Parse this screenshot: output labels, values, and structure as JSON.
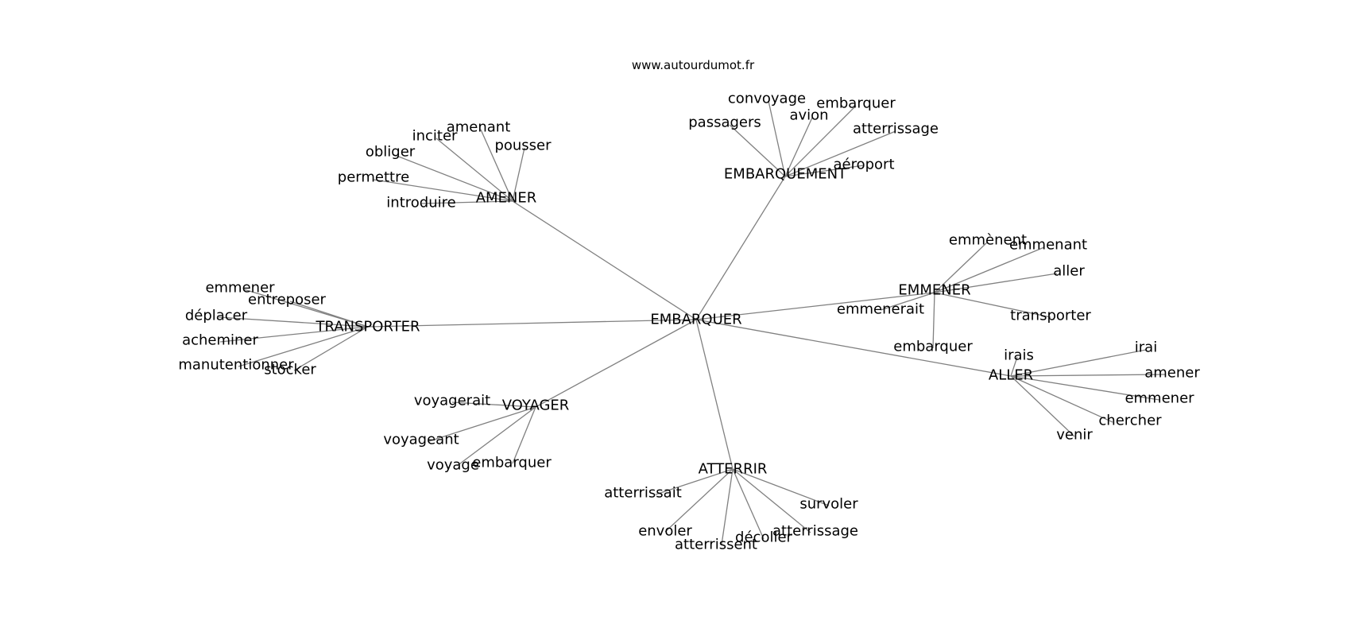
{
  "site": "www.autourdumot.fr",
  "edge_color": "#808080",
  "root": "EMBARQUER",
  "groups": [
    {
      "hub": "AMENER",
      "leaves": [
        "amenant",
        "inciter",
        "pousser",
        "obliger",
        "permettre",
        "introduire"
      ]
    },
    {
      "hub": "EMBARQUEMENT",
      "leaves": [
        "convoyage",
        "passagers",
        "avion",
        "embarquer",
        "atterrissage",
        "aéroport"
      ]
    },
    {
      "hub": "TRANSPORTER",
      "leaves": [
        "emmener",
        "entreposer",
        "déplacer",
        "acheminer",
        "manutentionner",
        "stocker"
      ]
    },
    {
      "hub": "EMMENER",
      "leaves": [
        "emmènent",
        "emmenant",
        "aller",
        "emmenerait",
        "transporter",
        "embarquer"
      ]
    },
    {
      "hub": "ALLER",
      "leaves": [
        "irais",
        "irai",
        "amener",
        "emmener",
        "chercher",
        "venir"
      ]
    },
    {
      "hub": "VOYAGER",
      "leaves": [
        "voyagerait",
        "voyageant",
        "voyage",
        "embarquer"
      ]
    },
    {
      "hub": "ATTERRIR",
      "leaves": [
        "atterrissait",
        "survoler",
        "envoler",
        "atterrissent",
        "décoller",
        "atterrissage"
      ]
    }
  ]
}
